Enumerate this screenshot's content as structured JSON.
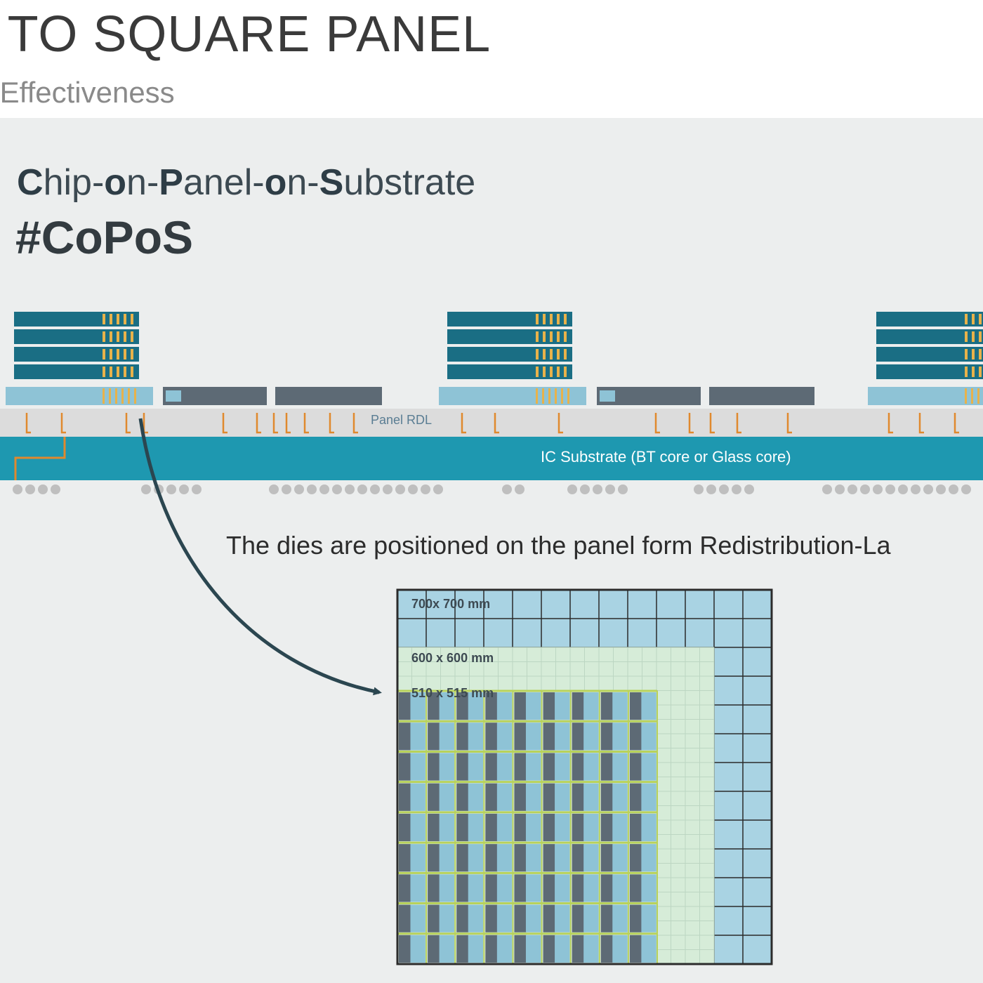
{
  "header": {
    "title": ") TO SQUARE PANEL",
    "subtitle": "t-Effectiveness"
  },
  "panel": {
    "heading_parts": [
      "C",
      "hip-",
      "o",
      "n-",
      "P",
      "anel-",
      "o",
      "n-",
      "S",
      "ubstrate"
    ],
    "hashtag": "#CoPoS"
  },
  "cross_section": {
    "rdl_label": "Panel RDL",
    "substrate_label": "IC Substrate (BT core or Glass core)"
  },
  "caption": "The dies are positioned on the panel form Redistribution-La",
  "panel_sizes": {
    "large": "700x 700 mm",
    "medium": "600 x 600 mm",
    "small": "510 x 515 mm"
  },
  "colors": {
    "header_bg": "#ffffff",
    "panel_bg": "#eceeee",
    "hbm_teal": "#1a6e84",
    "die_light": "#8ec3d6",
    "die_dark": "#5d6a75",
    "substrate": "#1e98b0",
    "rdl": "#dcdcdc",
    "bump_orange": "#e0892e",
    "ball_gray": "#bfbfbf",
    "arrow": "#2b4650",
    "grid_light_blue": "#a9d3e3",
    "grid_light_green": "#d6ecd8",
    "grid_green_line": "#b8d25a"
  }
}
